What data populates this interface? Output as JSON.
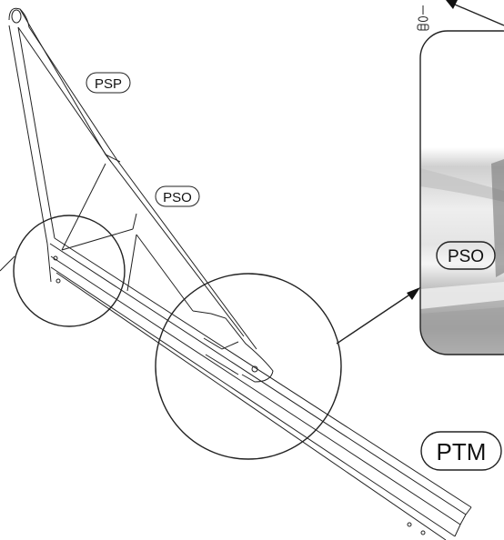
{
  "labels": {
    "psp": "PSP",
    "pso_main": "PSO",
    "pso_detail": "PSO",
    "ptm": "PTM"
  },
  "colors": {
    "line": "#222222",
    "background": "#ffffff",
    "photo_light": "#d9d9d9",
    "photo_dark": "#9a9a9a"
  }
}
